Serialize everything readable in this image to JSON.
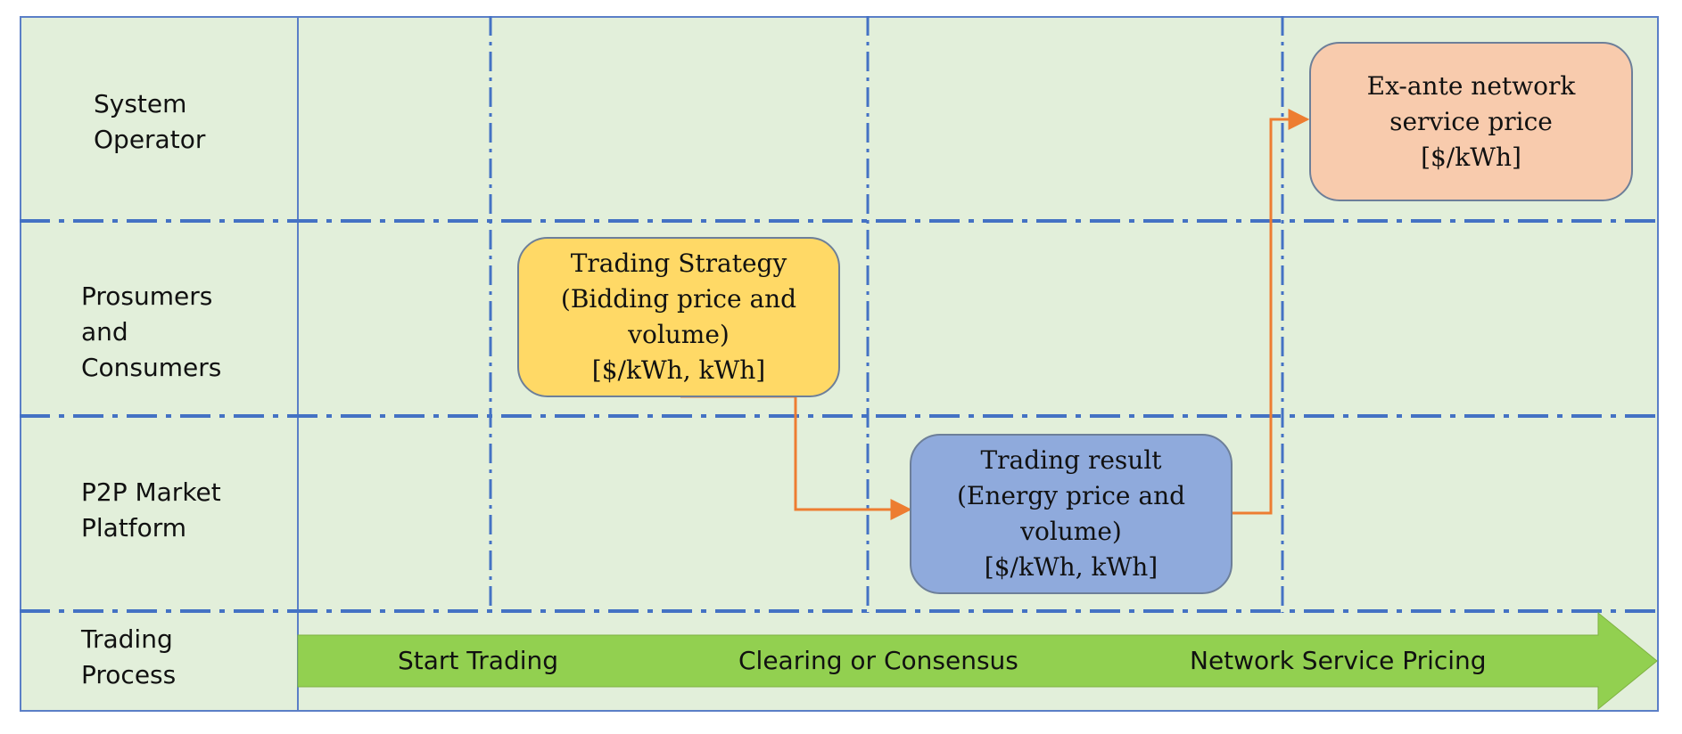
{
  "lanes": [
    {
      "label": "System\nOperator"
    },
    {
      "label": "Prosumers\nand\nConsumers"
    },
    {
      "label": "P2P Market\nPlatform"
    },
    {
      "label": "Trading\nProcess"
    }
  ],
  "nodes": {
    "trading_strategy": {
      "text": "Trading Strategy\n(Bidding price and\nvolume)\n[$/kWh, kWh]"
    },
    "trading_result": {
      "text": "Trading result\n(Energy price and\nvolume)\n[$/kWh, kWh]"
    },
    "ex_ante_price": {
      "text": "Ex-ante network\nservice price\n[$/kWh]"
    }
  },
  "process_stages": [
    {
      "label": "Start Trading"
    },
    {
      "label": "Clearing or Consensus"
    },
    {
      "label": "Network Service Pricing"
    }
  ],
  "colors": {
    "background": "#e2efda",
    "grid_line": "#4472c4",
    "frame": "#5b7fc7",
    "trading_strategy_fill": "#ffd966",
    "trading_result_fill": "#8faadc",
    "ex_ante_fill": "#f8cbad",
    "arrow": "#ed7d31",
    "process_arrow": "#92d050"
  }
}
